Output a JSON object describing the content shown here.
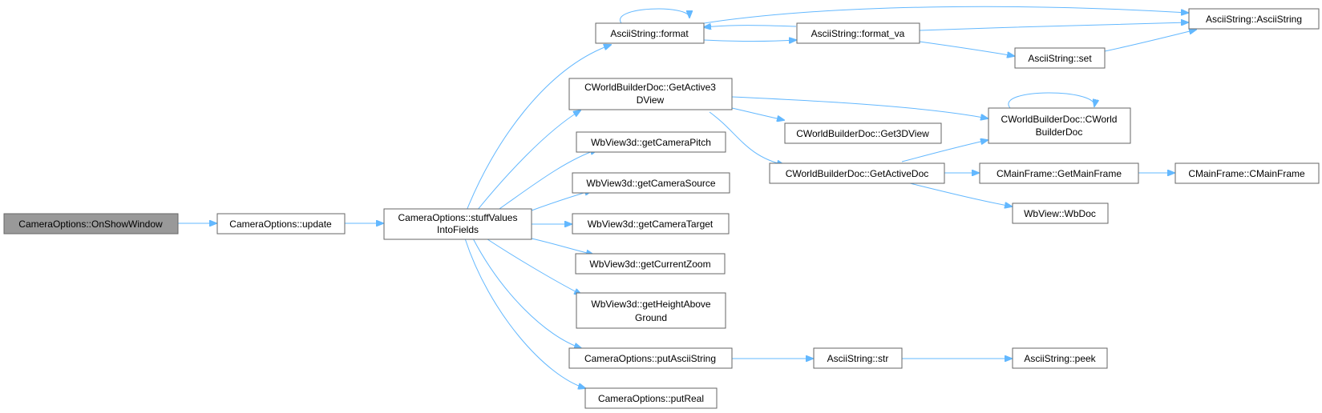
{
  "colors": {
    "edge": "#63b8ff",
    "node_border": "#666666",
    "root_fill": "#999999",
    "node_fill": "#ffffff"
  },
  "nodes": {
    "on_show_window": [
      "CameraOptions::OnShowWindow"
    ],
    "update": [
      "CameraOptions::update"
    ],
    "stuff_values": [
      "CameraOptions::stuffValues",
      "IntoFields"
    ],
    "ascii_format": [
      "AsciiString::format"
    ],
    "ascii_format_va": [
      "AsciiString::format_va"
    ],
    "ascii_ctor": [
      "AsciiString::AsciiString"
    ],
    "ascii_set": [
      "AsciiString::set"
    ],
    "get_active_3d_view": [
      "CWorldBuilderDoc::GetActive3",
      "DView"
    ],
    "cworld_ctor": [
      "CWorldBuilderDoc::CWorld",
      "BuilderDoc"
    ],
    "get_3d_view": [
      "CWorldBuilderDoc::Get3DView"
    ],
    "get_active_doc": [
      "CWorldBuilderDoc::GetActiveDoc"
    ],
    "get_main_frame": [
      "CMainFrame::GetMainFrame"
    ],
    "cmainframe_ctor": [
      "CMainFrame::CMainFrame"
    ],
    "wb_doc": [
      "WbView::WbDoc"
    ],
    "get_camera_pitch": [
      "WbView3d::getCameraPitch"
    ],
    "get_camera_source": [
      "WbView3d::getCameraSource"
    ],
    "get_camera_target": [
      "WbView3d::getCameraTarget"
    ],
    "get_current_zoom": [
      "WbView3d::getCurrentZoom"
    ],
    "get_height_above_ground": [
      "WbView3d::getHeightAbove",
      "Ground"
    ],
    "put_ascii_string": [
      "CameraOptions::putAsciiString"
    ],
    "ascii_str": [
      "AsciiString::str"
    ],
    "ascii_peek": [
      "AsciiString::peek"
    ],
    "put_real": [
      "CameraOptions::putReal"
    ]
  }
}
